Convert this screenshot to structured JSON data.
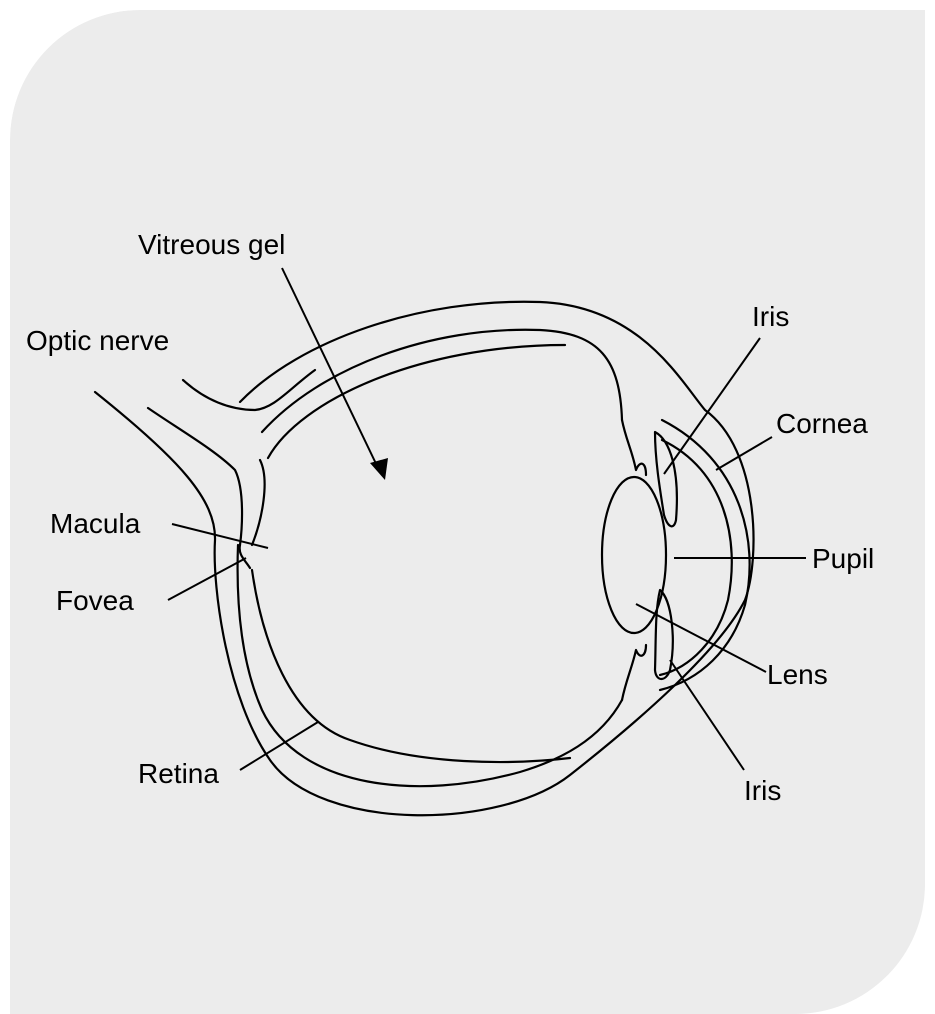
{
  "colors": {
    "background": "#ececec",
    "line": "#000000",
    "text": "#000000"
  },
  "labels": {
    "vitreous_gel": "Vitreous gel",
    "optic_nerve": "Optic nerve",
    "iris_top": "Iris",
    "cornea": "Cornea",
    "macula": "Macula",
    "pupil": "Pupil",
    "fovea": "Fovea",
    "lens": "Lens",
    "retina": "Retina",
    "iris_bottom": "Iris"
  }
}
